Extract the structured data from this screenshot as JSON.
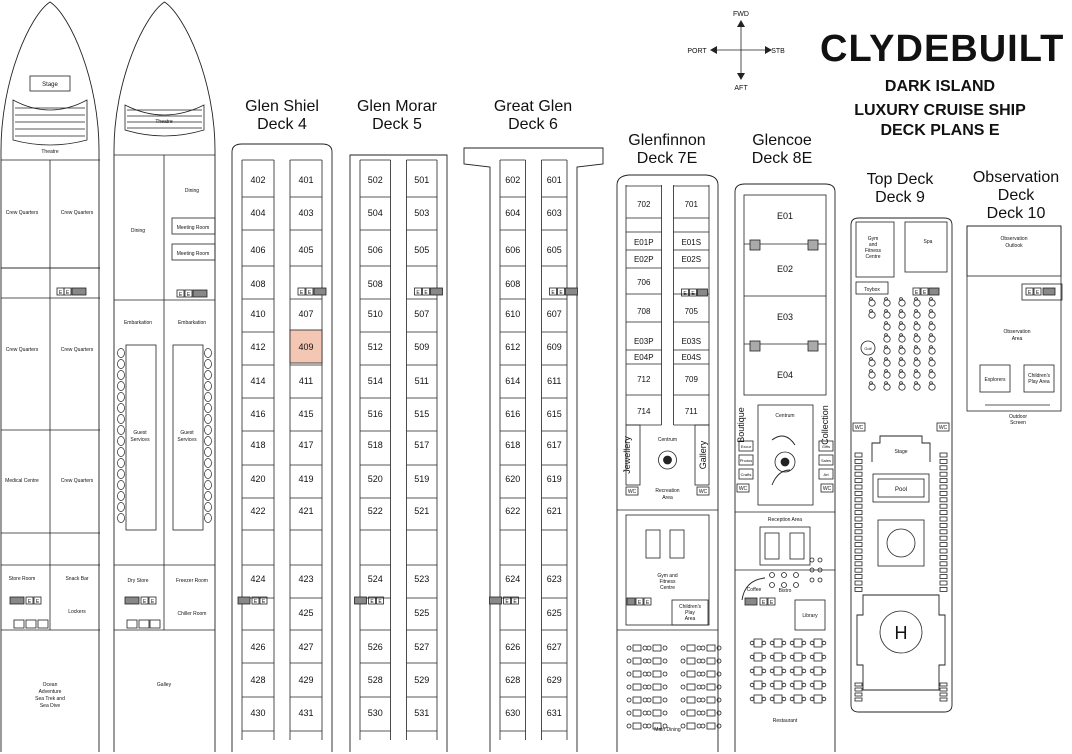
{
  "brand": {
    "logo": "CLYDEBUILT",
    "line1": "DARK ISLAND",
    "line2": "LUXURY CRUISE SHIP",
    "line3": "DECK PLANS E",
    "highlight_color": "#f3c7b4"
  },
  "compass": {
    "fwd": "FWD",
    "aft": "AFT",
    "port": "PORT",
    "stb": "STB"
  },
  "titles": {
    "d4": [
      "Glen Shiel",
      "Deck 4"
    ],
    "d5": [
      "Glen Morar",
      "Deck 5"
    ],
    "d6": [
      "Great Glen",
      "Deck 6"
    ],
    "d7": [
      "Glenfinnon",
      "Deck 7E"
    ],
    "d8": [
      "Glencoe",
      "Deck 8E"
    ],
    "d9": [
      "Top Deck",
      "Deck 9"
    ],
    "d10": [
      "Observation",
      "Deck",
      "Deck 10"
    ]
  },
  "deck4": {
    "left": [
      "402",
      "404",
      "406",
      "408",
      "410",
      "412",
      "414",
      "416",
      "418",
      "420",
      "422",
      "424",
      "426",
      "428",
      "430"
    ],
    "right": [
      "401",
      "403",
      "405",
      "407",
      "409",
      "411",
      "415",
      "417",
      "419",
      "421",
      "423",
      "425",
      "427",
      "429",
      "431"
    ],
    "highlight": "409"
  },
  "deck5": {
    "left": [
      "502",
      "504",
      "506",
      "508",
      "510",
      "512",
      "514",
      "516",
      "518",
      "520",
      "522",
      "524",
      "526",
      "528",
      "530"
    ],
    "right": [
      "501",
      "503",
      "505",
      "507",
      "509",
      "511",
      "515",
      "517",
      "519",
      "521",
      "523",
      "525",
      "527",
      "529",
      "531"
    ]
  },
  "deck6": {
    "left": [
      "602",
      "604",
      "606",
      "608",
      "610",
      "612",
      "614",
      "616",
      "618",
      "620",
      "622",
      "624",
      "626",
      "628",
      "630"
    ],
    "right": [
      "601",
      "603",
      "605",
      "607",
      "609",
      "611",
      "615",
      "617",
      "619",
      "621",
      "623",
      "625",
      "627",
      "629",
      "631"
    ]
  },
  "deck7": {
    "left": [
      "702",
      "E01P",
      "E02P",
      "706",
      "708",
      "E03P",
      "E04P",
      "712",
      "714"
    ],
    "right": [
      "701",
      "E01S",
      "E02S",
      "705",
      "E03S",
      "E04S",
      "709",
      "711"
    ],
    "labels": [
      "Jewellery",
      "Centrum",
      "Gallery",
      "Recreation Area",
      "WC",
      "WC",
      "Gym and Fitness Centre",
      "Children's Play Area",
      "Main Dining"
    ]
  },
  "deck8": {
    "suites": [
      "E01",
      "E02",
      "E03",
      "E04"
    ],
    "labels": [
      "Boutique",
      "Centrum",
      "Collection",
      "Excur",
      "Photos",
      "Crafts",
      "Gifts",
      "Sales",
      "Art",
      "WC",
      "WC",
      "Reception Area",
      "Coffee",
      "Bistro",
      "Library",
      "Restaurant"
    ]
  },
  "deck9": {
    "labels": [
      "Gym and Fitness Centre",
      "Spa",
      "Toybox",
      "Golf",
      "WC",
      "WC",
      "Stage",
      "Pool",
      "H"
    ]
  },
  "deck10": {
    "labels": [
      "Observation Outlook",
      "Observation Area",
      "Explorers",
      "Children's Play Area",
      "Outdoor Screen"
    ]
  },
  "bow": {
    "labels": [
      "Stage",
      "Theatre",
      "Crew Quarters",
      "Crew Quarters",
      "Crew Quarters",
      "Crew Quarters",
      "Medical Centre",
      "Crew Quarters",
      "Store Room",
      "Snack Bar",
      "Lockers",
      "Ocean Adventure Sea Trek and Sea Dive"
    ],
    "labels2": [
      "Theatre",
      "Dining",
      "Dining",
      "Meeting Room",
      "Meeting Room",
      "Embarkation",
      "Embarkation",
      "Guest Services",
      "Guest Services",
      "Dry Store",
      "Freezer Room",
      "Chiller Room",
      "Galley"
    ]
  }
}
